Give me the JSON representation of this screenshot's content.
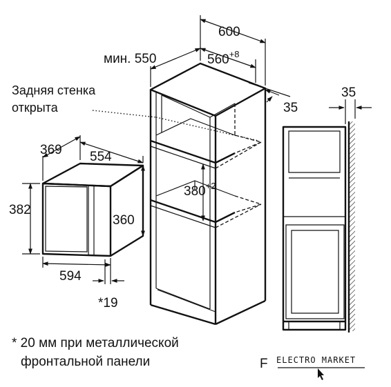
{
  "dimensions": {
    "depth_total": "600",
    "min_depth": "мин. 550",
    "inner_width": "560",
    "inner_width_tol": "+8",
    "side_gap": "35",
    "wall_gap": "35",
    "niche_height": "380",
    "niche_height_tol": "+2",
    "oven_depth": "369",
    "oven_width_top": "554",
    "oven_height_outer": "382",
    "oven_height_inner": "360",
    "oven_width": "594",
    "front_offset": "*19"
  },
  "labels": {
    "rear_wall_line1": "Задняя стенка",
    "rear_wall_line2": "открыта"
  },
  "footnote": {
    "line1": "* 20 мм при металлической",
    "line2": "фронтальной панели"
  },
  "corner_letter": "F",
  "watermark": {
    "name": "ELECTRO MARKET"
  }
}
